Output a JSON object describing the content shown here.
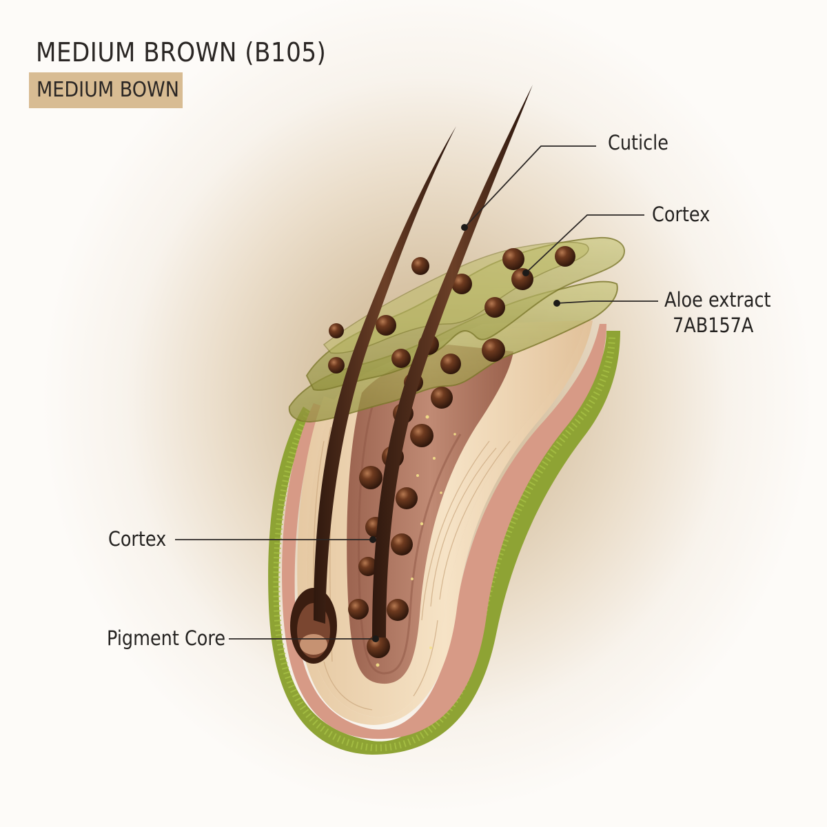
{
  "title": "MEDIUM BROWN (B105)",
  "subtitle": "MEDIUM BOWN",
  "labels": {
    "cuticle": "Cuticle",
    "cortex_top": "Cortex",
    "aloe": "Aloe extract",
    "aloe_code": "7AB157A",
    "cortex_left": "Cortex",
    "pigment_core": "Pigment Core"
  },
  "colors": {
    "background_center": "#c9b08e",
    "subtitle_bg": "#d8bc93",
    "hair_brown": "#4a2a1c",
    "pigment_brown": "#6b3a22",
    "medulla": "#b07a63",
    "cortex_fiber": "#efd6b4",
    "aloe_green": "#7f9a2e",
    "cuticle_glass": "#aeb05a"
  }
}
